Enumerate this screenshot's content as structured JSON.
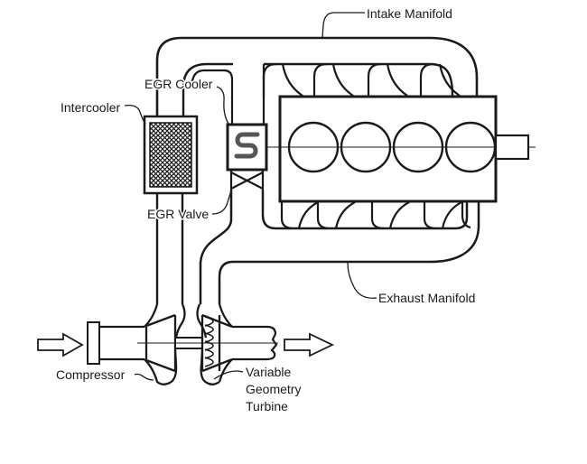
{
  "diagram": {
    "figure_type": "patent-style schematic of turbocharged engine with EGR system",
    "labels": {
      "intake_manifold": "Intake Manifold",
      "egr_cooler": "EGR Cooler",
      "intercooler": "Intercooler",
      "egr_valve": "EGR Valve",
      "exhaust_manifold": "Exhaust Manifold",
      "compressor": "Compressor",
      "turbine_line1": "Variable",
      "turbine_line2": "Geometry",
      "turbine_line3": "Turbine"
    },
    "colors": {
      "ink": "#1a1a1a",
      "paper": "#ffffff",
      "coil": "#555555"
    }
  }
}
